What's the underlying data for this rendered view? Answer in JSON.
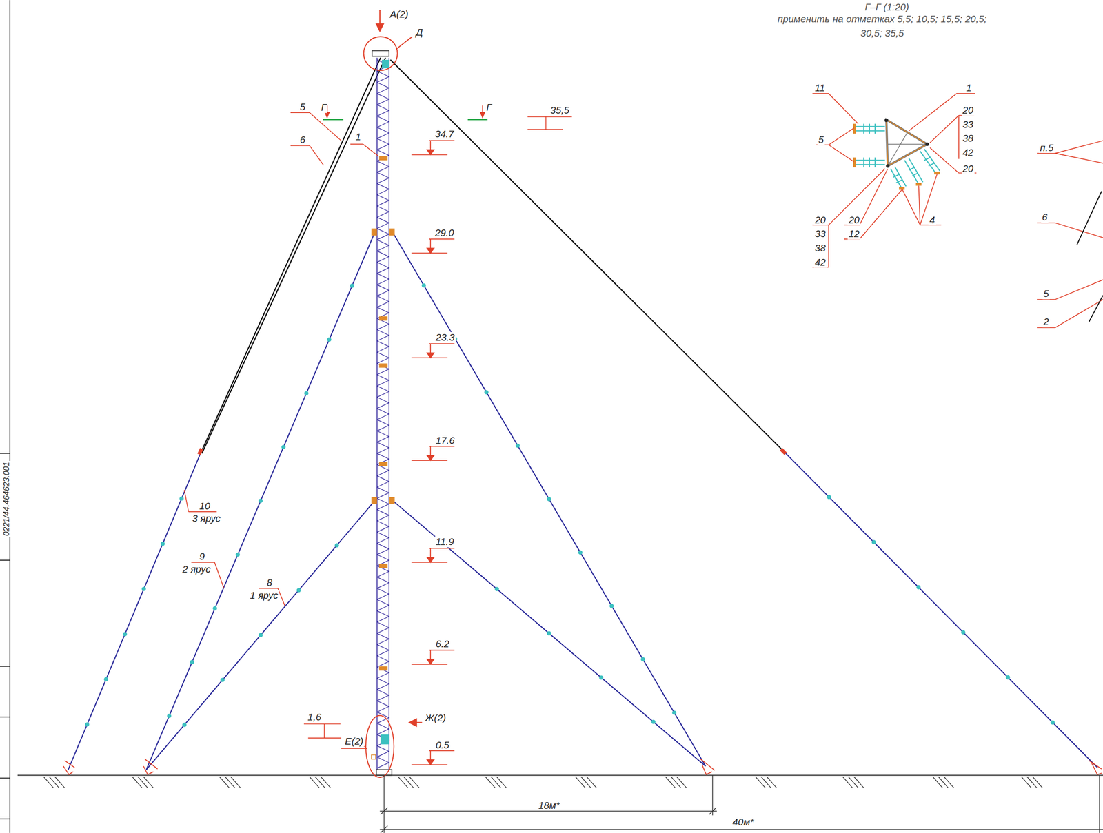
{
  "diagram": {
    "title": "Г–Г (1:20)",
    "labels": [
      "А(2)",
      "Д",
      "применить на отметках 5,5; 10,5; 15,5; 20,5;",
      "30,5; 35,5",
      "Г",
      "Г",
      "35,5",
      "5",
      "6",
      "1",
      "34.7",
      "29.0",
      "23.3",
      "17.6",
      "11.9",
      "6.2",
      "1,6",
      "Е(2)",
      "Ж(2)",
      "0.5",
      "10",
      "3 ярус",
      "9",
      "2 ярус",
      "8",
      "1 ярус",
      "18м*",
      "40м*",
      "11",
      "1",
      "20",
      "33",
      "38",
      "42",
      "5",
      "20",
      "20",
      "33",
      "38",
      "42",
      "20",
      "12",
      "4",
      "п.5",
      "6",
      "5",
      "2",
      "0221/44.464623.001"
    ]
  }
}
